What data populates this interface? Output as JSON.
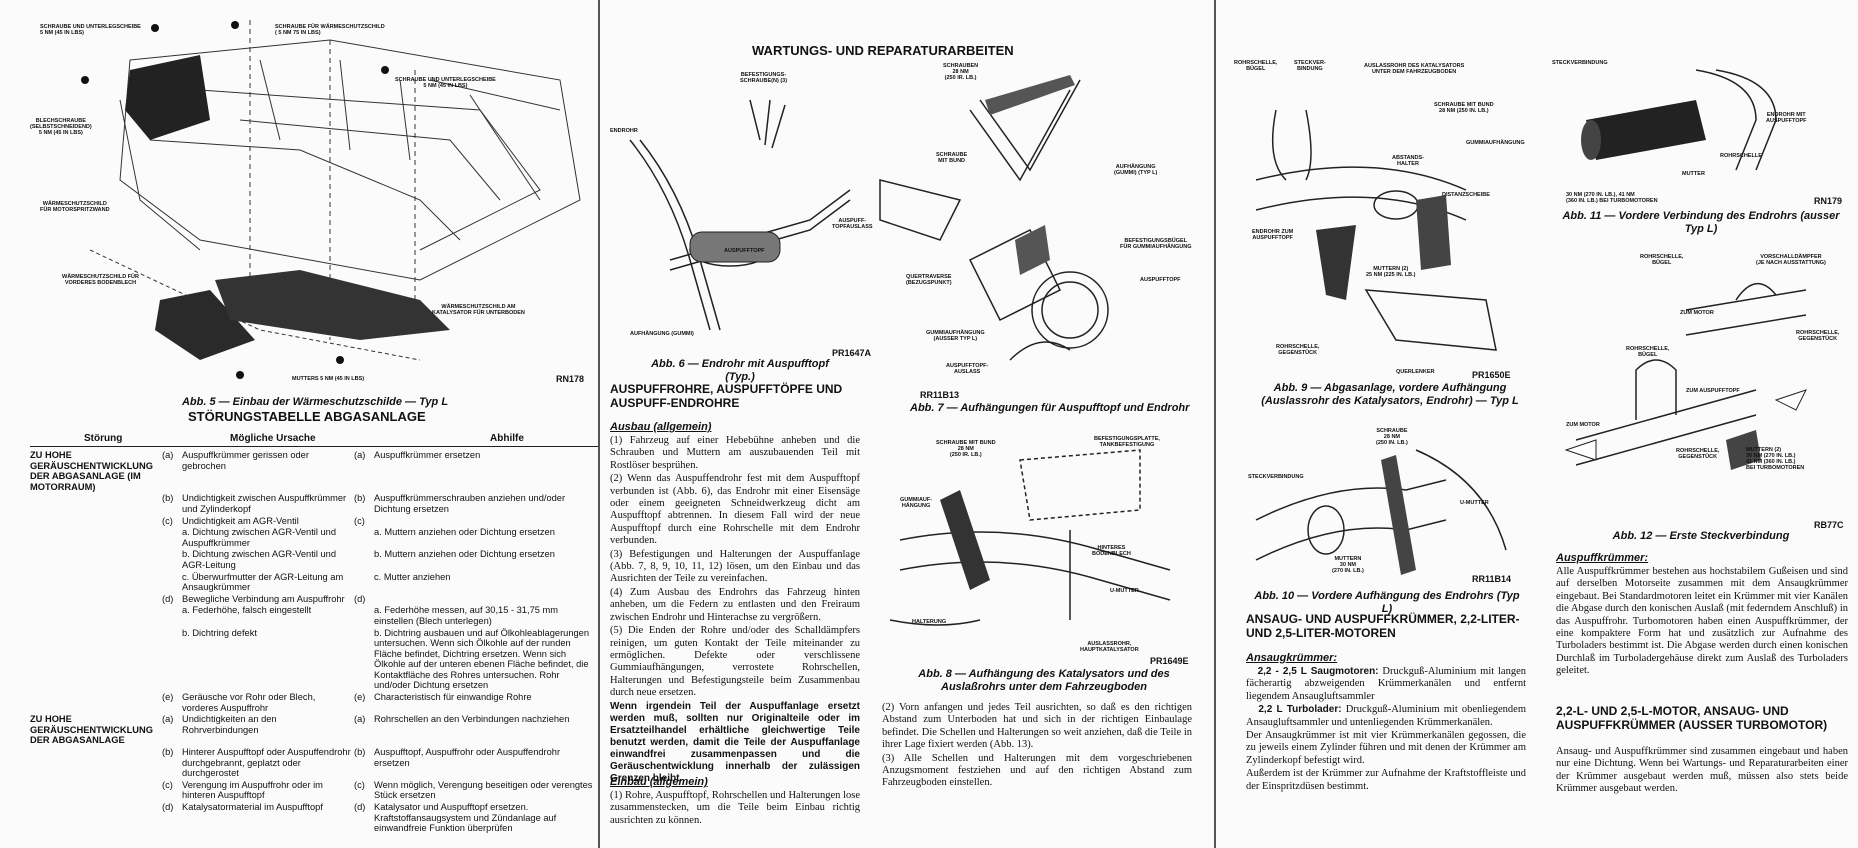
{
  "page1": {
    "labels": {
      "l1": "SCHRAUBE UND UNTERLEGSCHEIBE\n5 Nm (45 IN LBS)",
      "l2": "SCHRAUBE FÜR WÄRMESCHUTZSCHILD\n( 5 Nm 75 IN LBS)",
      "l3": "SCHRAUBE UND UNTERLEGSCHEIBE\n5 Nm (45 IN LBS)",
      "l4": "BLECHSCHRAUBE\n(SELBSTSCHNEIDEND)\n5 Nm (45 IN LBS)",
      "l5": "WÄRMESCHUTZSCHILD\nFÜR MOTORSPRITZWAND",
      "l6": "WÄRMESCHUTZSCHILD FÜR\nVORDERES BODENBLECH",
      "l7": "WÄRMESCHUTZSCHILD AM\nKATALYSATOR FÜR UNTERBODEN",
      "l8": "MUTTERS 5 Nm (45 IN LBS)"
    },
    "rn": "RN178",
    "caption": "Abb. 5 — Einbau der Wärmeschutzschilde — Typ L",
    "title": "STÖRUNGSTABELLE ABGASANLAGE",
    "headers": {
      "a": "Störung",
      "b": "Mögliche Ursache",
      "c": "Abhilfe"
    },
    "rows": [
      [
        "ZU HOHE GERÄUSCHENTWICKLUNG DER ABGASANLAGE (IM MOTORRAUM)",
        "(a)",
        "Auspuffkrümmer gerissen oder gebrochen",
        "(a)",
        "Auspuffkrümmer ersetzen"
      ],
      [
        "",
        "(b)",
        "Undichtigkeit zwischen Auspuffkrümmer und Zylinderkopf",
        "(b)",
        "Auspuffkrümmerschrauben anziehen und/oder Dichtung ersetzen"
      ],
      [
        "",
        "(c)",
        "Undichtigkeit am AGR-Ventil",
        "(c)",
        ""
      ],
      [
        "",
        "",
        "a. Dichtung zwischen AGR-Ventil und Auspuffkrümmer",
        "",
        "a. Muttern anziehen oder Dichtung ersetzen"
      ],
      [
        "",
        "",
        "b. Dichtung zwischen AGR-Ventil und AGR-Leitung",
        "",
        "b. Muttern anziehen oder Dichtung ersetzen"
      ],
      [
        "",
        "",
        "c. Überwurfmutter der AGR-Leitung am Ansaugkrümmer",
        "",
        "c. Mutter anziehen"
      ],
      [
        "",
        "(d)",
        "Bewegliche Verbindung am Auspuffrohr",
        "(d)",
        ""
      ],
      [
        "",
        "",
        "a. Federhöhe, falsch eingestellt",
        "",
        "a. Federhöhe messen, auf 30,15 - 31,75 mm einstellen (Blech unterlegen)"
      ],
      [
        "",
        "",
        "b. Dichtring defekt",
        "",
        "b. Dichtring ausbauen und auf Ölkohleablagerungen untersuchen. Wenn sich Ölkohle auf der runden Fläche befindet, Dichtring ersetzen. Wenn sich Ölkohle auf der unteren ebenen Fläche befindet, die Kontaktfläche des Rohres untersuchen. Rohr und/oder Dichtung ersetzen"
      ],
      [
        "",
        "(e)",
        "Geräusche vor Rohr oder Blech, vorderes Auspuffrohr",
        "(e)",
        "Characteristisch für einwandige Rohre"
      ],
      [
        "ZU HOHE GERÄUSCHENTWICKLUNG DER ABGASANLAGE",
        "(a)",
        "Undichtigkeiten an den Rohrverbindungen",
        "(a)",
        "Rohrschellen an den Verbindungen nachziehen"
      ],
      [
        "",
        "(b)",
        "Hinterer Auspufftopf oder Auspuffendrohr durchgebrannt, geplatzt oder durchgerostet",
        "(b)",
        "Auspufftopf, Auspuffrohr oder Auspuffendrohr ersetzen"
      ],
      [
        "",
        "(c)",
        "Verengung im Auspuffrohr oder im hinteren Auspufftopf",
        "(c)",
        "Wenn möglich, Verengung beseitigen oder verengtes Stück ersetzen"
      ],
      [
        "",
        "(d)",
        "Katalysatormaterial im Auspufftopf",
        "(d)",
        "Katalysator und Auspufftopf ersetzen. Kraftstoffansaugsystem und Zündanlage auf einwandfreie Funktion überprüfen"
      ]
    ]
  },
  "page2": {
    "header": "WARTUNGS- UND REPARATURARBEITEN",
    "fig6": {
      "labels": {
        "a": "BEFESTIGUNGS-\nSCHRAUBE(N) (3)",
        "b": "ENDROHR",
        "c": "AUSPUFF-\nTOPFAUSLASS",
        "d": "AUSPUFFTOPF",
        "e": "AUFHÄNGUNG (GUMMI)"
      },
      "rn": "PR1647A",
      "caption": "Abb. 6 — Endrohr mit Auspufftopf (Typ.)"
    },
    "fig7": {
      "labels": {
        "a": "SCHRAUBEN\n28 Nm\n(250 ir. lb.)",
        "b": "SCHRAUBE\nMIT BUND",
        "c": "AUFHÄNGUNG\n(GUMMI) (TYP L)",
        "d": "BEFESTIGUNGSBÜGEL\nFÜR GUMMIAUFHÄNGUNG",
        "e": "AUSPUFFTOPF",
        "f": "QUERTRAVERSE\n(BEZUGSPUNKT)",
        "g": "GUMMIAUFHÄNGUNG\n(AUSSER TYP L)",
        "h": "AUSPUFFTOPF-\nAUSLASS"
      },
      "rn": "RR11B13",
      "caption": "Abb. 7 — Aufhängungen für Auspufftopf und Endrohr"
    },
    "fig8": {
      "labels": {
        "a": "SCHRAUBE MIT BUND\n28 Nm\n(250 ir. lb.)",
        "b": "BEFESTIGUNGSPLATTE,\nTANKBEFESTIGUNG",
        "c": "GUMMIAUF-\nHÄNGUNG",
        "d": "HINTERES\nBODENBLECH",
        "e": "U-MUTTER",
        "f": "HALTERUNG",
        "g": "AUSLASSROHR,\nHAUPTKATALYSATOR"
      },
      "rn": "PR1649E",
      "caption": "Abb. 8 — Aufhängung des Katalysators und des Auslaßrohrs unter dem Fahrzeugboden"
    },
    "section_title": "AUSPUFFROHRE, AUSPUFFTÖPFE UND AUSPUFF-ENDROHRE",
    "ausbau": "Ausbau (allgemein)",
    "p1": "(1) Fahrzeug auf einer Hebebühne anheben und die Schrauben und Muttern am auszubauenden Teil mit Rostlöser besprühen.",
    "p2": "(2) Wenn das Auspuffendrohr fest mit dem Auspufftopf verbunden ist (Abb. 6), das Endrohr mit einer Eisensäge oder einem geeigneten Schneidwerkzeug dicht am Auspufftopf abtrennen. In diesem Fall wird der neue Auspufftopf durch eine Rohrschelle mit dem Endrohr verbunden.",
    "p3": "(3) Befestigungen und Halterungen der Auspuffanlage (Abb. 7, 8, 9, 10, 11, 12) lösen, um den Einbau und das Ausrichten der Teile zu vereinfachen.",
    "p4": "(4) Zum Ausbau des Endrohrs das Fahrzeug hinten anheben, um die Federn zu entlasten und den Freiraum zwischen Endrohr und Hinterachse zu vergrößern.",
    "p5": "(5) Die Enden der Rohre und/oder des Schalldämpfers reinigen, um guten Kontakt der Teile miteinander zu ermöglichen. Defekte oder verschlissene Gummiaufhängungen, verrostete Rohrschellen, Halterungen und Befestigungsteile beim Zusammenbau durch neue ersetzen.",
    "warn": "Wenn irgendein Teil der Auspuffanlage ersetzt werden muß, sollten nur Originalteile oder im Ersatzteilhandel erhältliche gleichwertige Teile benutzt werden, damit die Teile der Auspuffanlage einwandfrei zusammenpassen und die Geräuschentwicklung innerhalb der zulässigen Grenzen bleibt.",
    "einbau": "Einbau (allgemein)",
    "e1": "(1) Rohre, Auspufftopf, Rohrschellen und Halterungen lose zusammenstecken, um die Teile beim Einbau richtig ausrichten zu können.",
    "e2": "(2) Vorn anfangen und jedes Teil ausrichten, so daß es den richtigen Abstand zum Unterboden hat und sich in der richtigen Einbaulage befindet. Die Schellen und Halterungen so weit anziehen, daß die Teile in ihrer Lage fixiert werden (Abb. 13).",
    "e3": "(3) Alle Schellen und Halterungen mit dem vorgeschriebenen Anzugsmoment festziehen und auf den richtigen Abstand zum Fahrzeugboden einstellen."
  },
  "page3": {
    "fig9": {
      "labels": {
        "a": "ROHRSCHELLE,\nBÜGEL",
        "b": "STECKVER-\nBINDUNG",
        "c": "AUSLASSROHR DES KATALYSATORS\nUNTER DEM FAHRZEUGBODEN",
        "d": "SCHRAUBE MIT BUND\n28 Nm (250 in. lb.)",
        "e": "GUMMIAUFHÄNGUNG",
        "f": "ABSTANDS-\nHALTER",
        "g": "DISTANZSCHEIBE",
        "h": "ENDROHR ZUM\nAUSPUFFTOPF",
        "i": "MUTTERN (2)\n25 Nm (225 in. lb.)",
        "j": "ROHRSCHELLE,\nGEGENSTÜCK",
        "k": "QUERLENKER"
      },
      "rn": "PR1650E",
      "caption": "Abb. 9 — Abgasanlage, vordere Aufhängung (Auslassrohr des Katalysators, Endrohr) — Typ L"
    },
    "fig10": {
      "labels": {
        "a": "SCHRAUBE\n28 Nm\n(250 in. lb.)",
        "b": "STECKVERBINDUNG",
        "c": "U-MUTTER",
        "d": "MUTTERN\n30 Nm\n(270 in. lb.)"
      },
      "rn": "RR11B14",
      "caption": "Abb. 10 — Vordere Aufhängung des Endrohrs (Typ L)"
    },
    "fig11": {
      "labels": {
        "a": "STECKVERBINDUNG",
        "b": "ENDROHR MIT\nAUSPUFFTOPF",
        "c": "ROHRSCHELLE",
        "d": "MUTTER",
        "e": "30 Nm (270 in. lb.), 41 Nm\n(360 in. lb.) BEI TURBOMOTOREN"
      },
      "rn": "RN179",
      "caption": "Abb. 11 — Vordere Verbindung des Endrohrs (ausser Typ L)"
    },
    "fig12": {
      "labels": {
        "a": "ROHRSCHELLE,\nBÜGEL",
        "b": "VORSCHALLDÄMPFER\n(JE NACH AUSSTATTUNG)",
        "c": "ZUM MOTOR",
        "d": "ROHRSCHELLE,\nGEGENSTÜCK",
        "e": "ROHRSCHELLE,\nBÜGEL",
        "f": "ZUM AUSPUFFTOPF",
        "g": "ZUM MOTOR",
        "h": "ROHRSCHELLE,\nGEGENSTÜCK",
        "i": "MUTTERN (2)\n30 Nm (270 in. lb.)\n41 Nm (360 in. lb.)\nBEI TURBOMOTOREN"
      },
      "rn": "RB77C",
      "caption": "Abb. 12 — Erste Steckverbindung"
    },
    "sec1": "ANSAUG- UND AUSPUFFKRÜMMER, 2,2-LITER- UND 2,5-LITER-MOTOREN",
    "ansaug_h": "Ansaugkrümmer:",
    "a1b": "2,2 - 2,5 L Saugmotoren:",
    "a1": " Druckguß-Aluminium mit langen fächerartig abzweigenden Krümmerkanälen und entfernt liegendem Ansaugluftsammler",
    "a2b": "2,2 L Turbolader:",
    "a2": " Druckguß-Aluminium mit obenliegendem Ansaugluftsammler und untenliegenden Krümmerkanälen.",
    "a3": "Der Ansaugkrümmer ist mit vier Krümmerkanälen gegossen, die zu jeweils einem Zylinder führen und mit denen der Krümmer am Zylinderkopf befestigt wird.",
    "a4": "Außerdem ist der Krümmer zur Aufnahme der Kraftstoffleiste und der Einspritzdüsen bestimmt.",
    "auspuff_h": "Auspuffkrümmer:",
    "b1": "Alle Auspuffkrümmer bestehen aus hochstabilem Gußeisen und sind auf derselben Motorseite zusammen mit dem Ansaugkrümmer eingebaut. Bei Standardmotoren leitet ein Krümmer mit vier Kanälen die Abgase durch den konischen Auslaß (mit federndem Anschluß) in das Auspuffrohr. Turbomotoren haben einen Auspuffkrümmer, der eine kompaktere Form hat und zusätzlich zur Aufnahme des Turboladers bestimmt ist. Die Abgase werden durch einen konischen Durchlaß im Turboladergehäuse direkt zum Auslaß des Turboladers geleitet.",
    "sec2": "2,2-L- UND 2,5-L-MOTOR, ANSAUG- UND AUSPUFFKRÜMMER (AUSSER TURBOMOTOR)",
    "b2": "Ansaug- und Auspuffkrümmer sind zusammen eingebaut und haben nur eine Dichtung. Wenn bei Wartungs- und Reparaturarbeiten einer der Krümmer ausgebaut werden muß, müssen also stets beide Krümmer ausgebaut werden."
  }
}
